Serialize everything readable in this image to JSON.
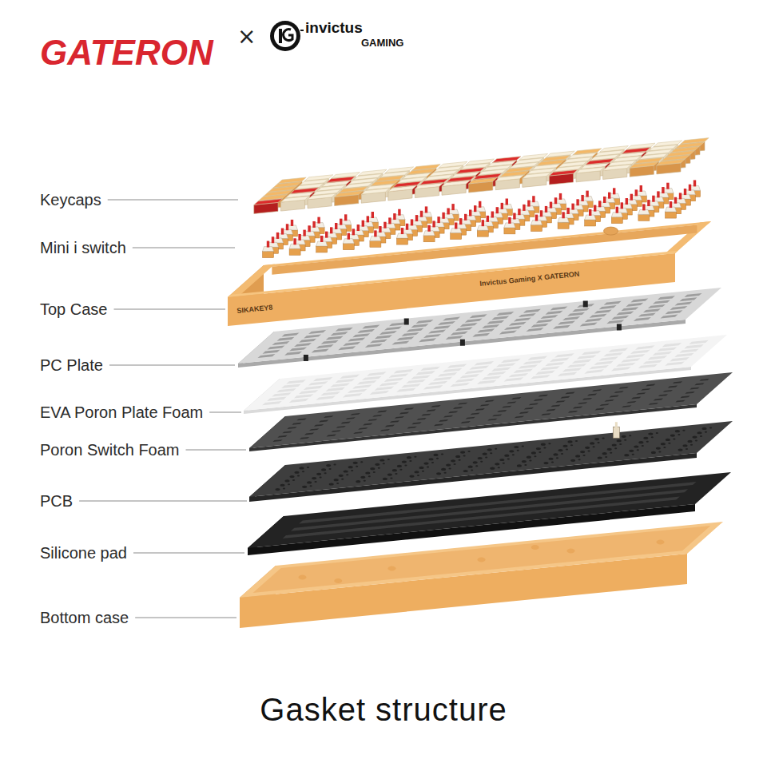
{
  "diagram": {
    "caption": "Gasket structure",
    "labels": [
      "GATERON",
      "×",
      "invictus",
      "GAMING",
      "Keycaps",
      "Mini i switch",
      "Top Case",
      "PC Plate",
      "EVA Poron Plate Foam",
      "Poron Switch Foam",
      "PCB",
      "Silicone pad",
      "Bottom case",
      "SIKAKEY8",
      "Invictus Gaming X GATERON"
    ]
  }
}
